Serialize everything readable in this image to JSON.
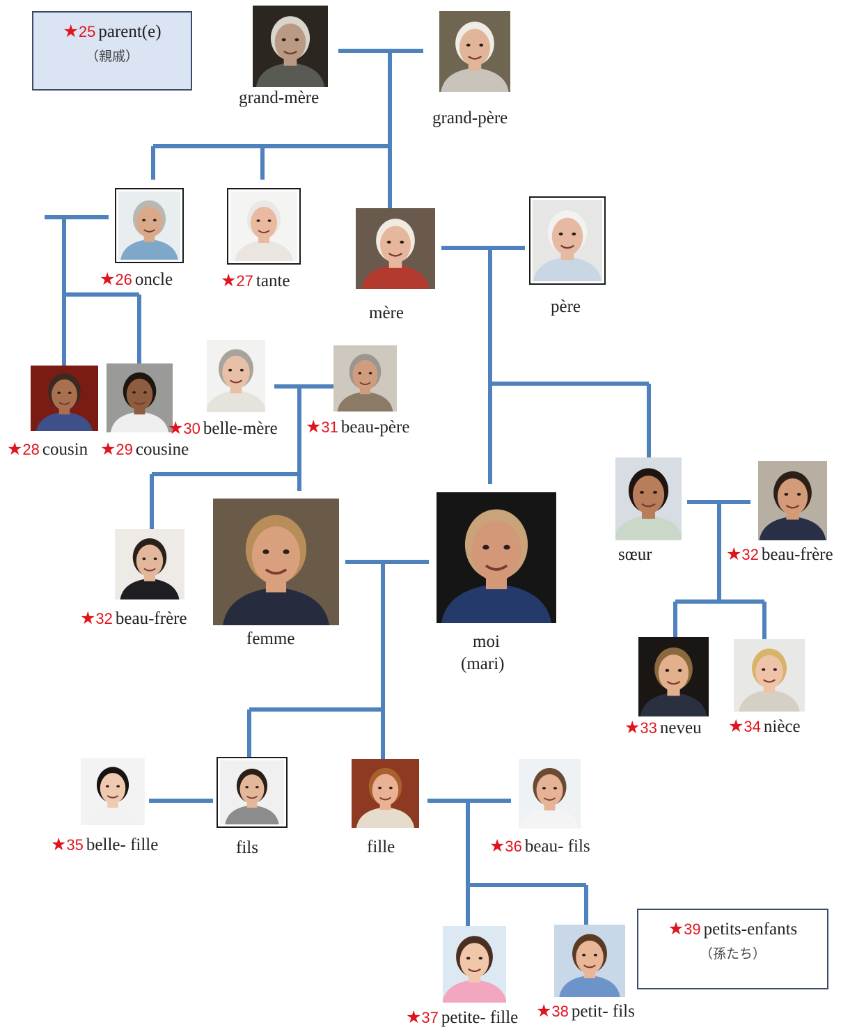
{
  "colors": {
    "line": "#4f81bd",
    "star": "#e0141e",
    "box_fill": "#dbe4f3",
    "box_border": "#3a4a6a"
  },
  "boxes": {
    "parent": {
      "star": "★",
      "num": "25",
      "word": "parent(e)",
      "sub": "（親戚）"
    },
    "petits": {
      "star": "★",
      "num": "39",
      "word": "petits-enfants",
      "sub": "（孫たち）"
    }
  },
  "labels": {
    "grand_mere": "grand-mère",
    "grand_pere": "grand-père",
    "oncle": {
      "star": "★",
      "num": "26",
      "word": "oncle"
    },
    "tante": {
      "star": "★",
      "num": "27",
      "word": "tante"
    },
    "mere": "mère",
    "pere": "père",
    "cousin": {
      "star": "★",
      "num": "28",
      "word": "cousin"
    },
    "cousine": {
      "star": "★",
      "num": "29",
      "word": "cousine"
    },
    "belle_mere": {
      "star": "★",
      "num": "30",
      "word": "belle-mère"
    },
    "beau_pere": {
      "star": "★",
      "num": "31",
      "word": "beau-père"
    },
    "beau_frere_left": {
      "star": "★",
      "num": "32",
      "word": "beau-frère"
    },
    "femme": "femme",
    "moi": "moi",
    "mari": "(mari)",
    "soeur": "sœur",
    "beau_frere_right": {
      "star": "★",
      "num": "32",
      "word": "beau-frère"
    },
    "neveu": {
      "star": "★",
      "num": "33",
      "word": "neveu"
    },
    "niece": {
      "star": "★",
      "num": "34",
      "word": "nièce"
    },
    "belle_fille": {
      "star": "★",
      "num": "35",
      "word": "belle- fille"
    },
    "fils": "fils",
    "fille": "fille",
    "beau_fils": {
      "star": "★",
      "num": "36",
      "word": "beau- fils"
    },
    "petite_fille": {
      "star": "★",
      "num": "37",
      "word": "petite- fille"
    },
    "petit_fils": {
      "star": "★",
      "num": "38",
      "word": "petit- fils"
    }
  },
  "photos": {
    "grand_mere": {
      "bg": "#2b2620",
      "skin": "#b99a82",
      "hair": "#d9d4cc",
      "shirt": "#5a5a55"
    },
    "grand_pere": {
      "bg": "#6e6650",
      "skin": "#e0b59a",
      "hair": "#efece6",
      "shirt": "#c8c3bb"
    },
    "oncle": {
      "bg": "#e8edf0",
      "skin": "#d9a98a",
      "hair": "#b9b7b2",
      "shirt": "#7fa7c9"
    },
    "tante": {
      "bg": "#f4f4f2",
      "skin": "#e9b9a0",
      "hair": "#e8e8e6",
      "shirt": "#eae6df"
    },
    "mere": {
      "bg": "#6a5a4e",
      "skin": "#e7b79d",
      "hair": "#f0ebe0",
      "shirt": "#b23a2e"
    },
    "pere": {
      "bg": "#e6e6e4",
      "skin": "#e6b9a2",
      "hair": "#f2f2f0",
      "shirt": "#c9d7e4"
    },
    "cousin": {
      "bg": "#7b1c14",
      "skin": "#a8704f",
      "hair": "#3a2a20",
      "shirt": "#3e4f8a"
    },
    "cousine": {
      "bg": "#9a9a98",
      "skin": "#8e5d40",
      "hair": "#1e1510",
      "shirt": "#efefef"
    },
    "belle_mere": {
      "bg": "#f2f2f0",
      "skin": "#e8c0a8",
      "hair": "#a8a39c",
      "shirt": "#e6e2dc"
    },
    "beau_pere": {
      "bg": "#cfc8be",
      "skin": "#cf9d7e",
      "hair": "#9a9690",
      "shirt": "#8a7a66"
    },
    "beau_frere_left": {
      "bg": "#eeeae6",
      "skin": "#e3b79c",
      "hair": "#2a201a",
      "shirt": "#1e1e22"
    },
    "femme": {
      "bg": "#6a5a48",
      "skin": "#d8a07c",
      "hair": "#b88d5a",
      "shirt": "#262b3e"
    },
    "moi": {
      "bg": "#151515",
      "skin": "#d39877",
      "hair": "#c9a37a",
      "shirt": "#233a6a"
    },
    "soeur": {
      "bg": "#d7dde2",
      "skin": "#b87e5c",
      "hair": "#1e1410",
      "shirt": "#c9d8c8"
    },
    "beau_frere_right": {
      "bg": "#b7b0a2",
      "skin": "#d49b78",
      "hair": "#2c1f18",
      "shirt": "#2a2f48"
    },
    "neveu": {
      "bg": "#1a1614",
      "skin": "#e3b08e",
      "hair": "#8a6a3c",
      "shirt": "#2a3040"
    },
    "niece": {
      "bg": "#e8e8e6",
      "skin": "#efc3a8",
      "hair": "#d8b46a",
      "shirt": "#d5d0c6"
    },
    "belle_fille": {
      "bg": "#f3f3f3",
      "skin": "#efc9b0",
      "hair": "#181210",
      "shirt": "#f2f2f2"
    },
    "fils": {
      "bg": "#f0f0f0",
      "skin": "#e5b79a",
      "hair": "#2a1e18",
      "shirt": "#8c8c8c"
    },
    "fille": {
      "bg": "#8e3a22",
      "skin": "#eab294",
      "hair": "#a8612c",
      "shirt": "#e6dccc"
    },
    "beau_fils": {
      "bg": "#eef2f4",
      "skin": "#e7b397",
      "hair": "#6a4a30",
      "shirt": "#f4f4f4"
    },
    "petite_fille": {
      "bg": "#dce8f2",
      "skin": "#f1c7ab",
      "hair": "#4a2e20",
      "shirt": "#f2a6c0"
    },
    "petit_fils": {
      "bg": "#c9d8e8",
      "skin": "#e9b798",
      "hair": "#5a3a22",
      "shirt": "#6c94c8"
    }
  }
}
